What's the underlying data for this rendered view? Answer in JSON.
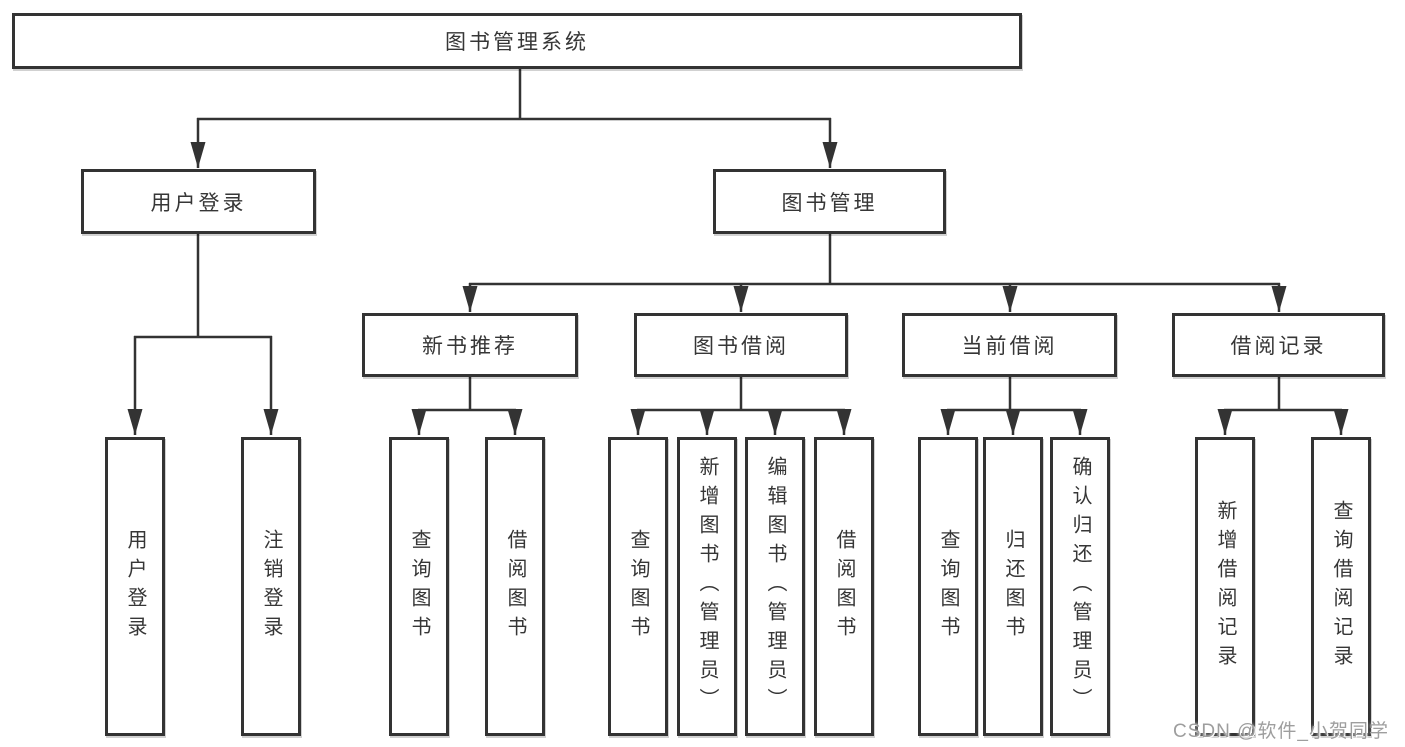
{
  "colors": {
    "background": "#ffffff",
    "line": "#333333",
    "box_border": "#333333",
    "text": "#363636",
    "watermark": "#9e9e9e"
  },
  "diagram": {
    "type": "hierarchy-tree",
    "root_label": "图书管理系统",
    "branches": [
      {
        "label": "用户登录",
        "leaves": [
          "用户登录",
          "注销登录"
        ]
      },
      {
        "label": "图书管理",
        "groups": [
          {
            "label": "新书推荐",
            "leaves": [
              "查询图书",
              "借阅图书"
            ]
          },
          {
            "label": "图书借阅",
            "leaves": [
              "查询图书",
              "新增图书（管理员）",
              "编辑图书（管理员）",
              "借阅图书"
            ]
          },
          {
            "label": "当前借阅",
            "leaves": [
              "查询图书",
              "归还图书",
              "确认归还（管理员）"
            ]
          },
          {
            "label": "借阅记录",
            "leaves": [
              "新增借阅记录",
              "查询借阅记录"
            ]
          }
        ]
      }
    ]
  },
  "watermark": {
    "text": "CSDN @软件_小贺同学"
  }
}
